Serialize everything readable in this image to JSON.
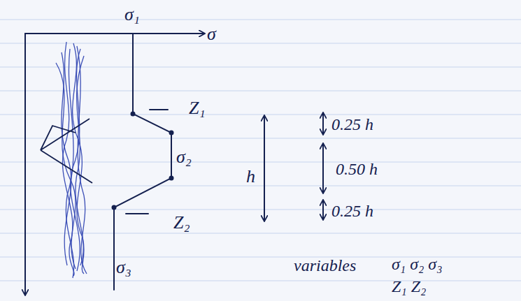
{
  "diagram": {
    "labels": [
      "σ₁",
      "σ",
      "Z₁",
      "σ₂",
      "Z₂",
      "σ₃",
      "h",
      "0.25 h",
      "0.50 h",
      "0.25 h",
      "variables",
      "σ₁ σ₂ σ₃",
      "Z₁ Z₂"
    ]
  }
}
